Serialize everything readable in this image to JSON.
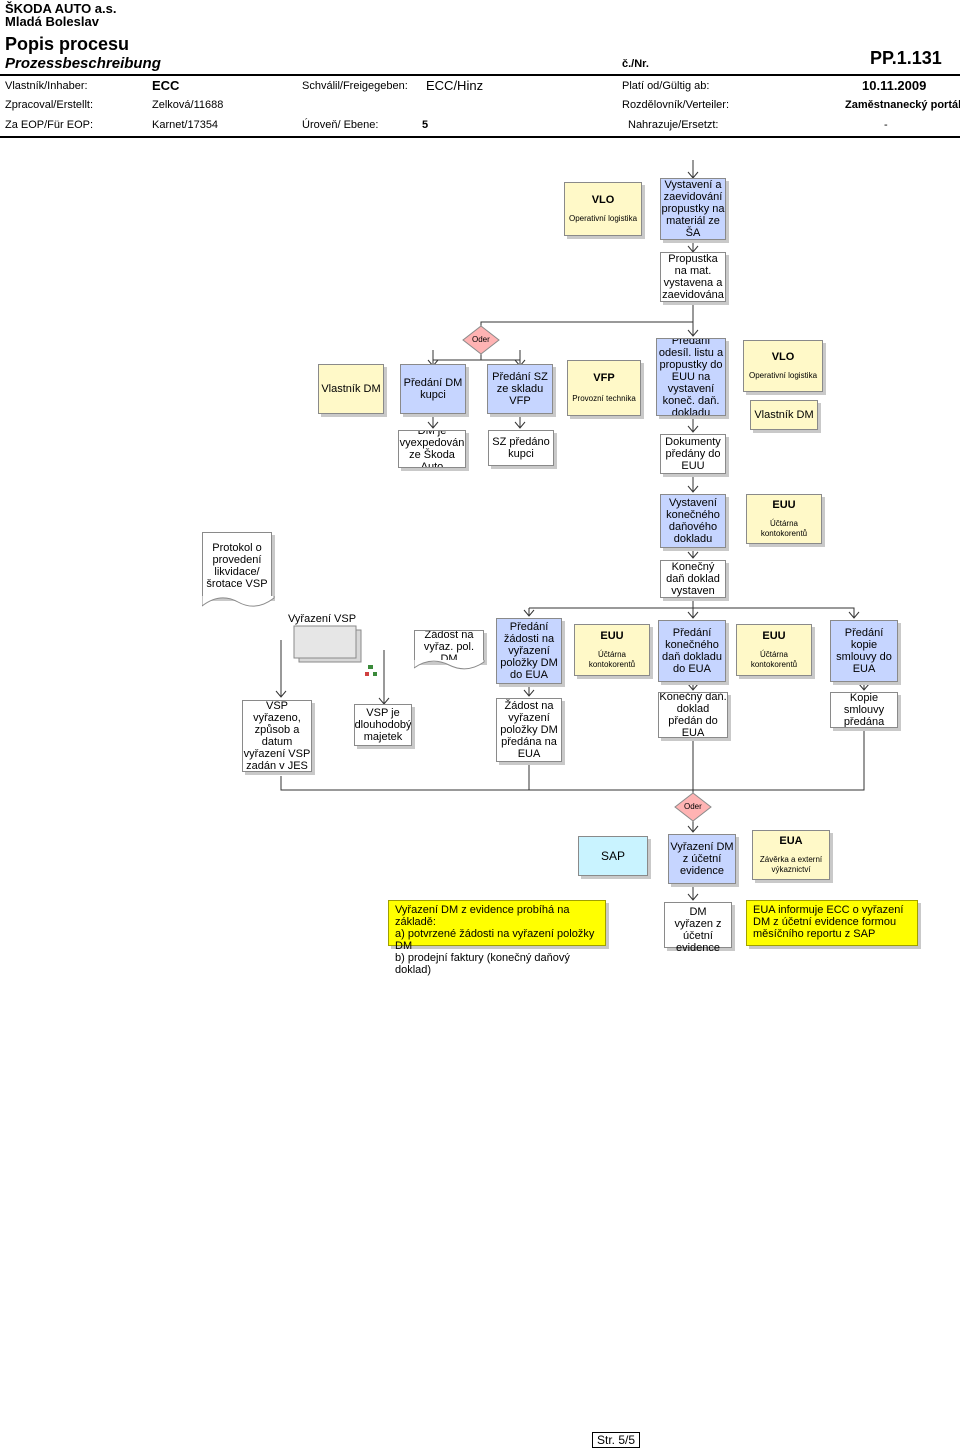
{
  "header": {
    "company": "ŠKODA AUTO a.s.",
    "city": "Mladá Boleslav",
    "title": "Popis procesu",
    "subtitle": "Prozessbeschreibung",
    "no_label": "č./Nr.",
    "doc_no": "PP.1.131",
    "owner_label": "Vlastník/Inhaber:",
    "owner_value": "ECC",
    "approved_label": "Schválil/Freigegeben:",
    "approved_value": "ECC/Hinz",
    "valid_label": "Platí od/Gültig ab:",
    "valid_value": "10.11.2009",
    "processed_label": "Zpracoval/Erstellt:",
    "processed_value": "Zelková/11688",
    "distribution_label": "Rozdělovník/Verteiler:",
    "distribution_value": "Zaměstnanecký portál",
    "eop_label": "Za EOP/Für EOP:",
    "eop_value": "Karnet/17354",
    "level_label": "Úroveň/ Ebene:",
    "level_value": "5",
    "replaces_label": "Nahrazuje/Ersetzt:",
    "replaces_value": "-"
  },
  "flow": {
    "vlo_top_title": "VLO",
    "vlo_top_sub": "Operativní logistika",
    "issue_pass": "Vystavení a zaevidování propustky na materiál ze ŠA",
    "pass_done": "Propustka na mat. vystavena a zaevidována",
    "oder1": "Oder",
    "owner_dm": "Vlastník DM",
    "handover_dm": "Předání DM kupci",
    "handover_sz": "Předání SZ ze skladu VFP",
    "vfp_title": "VFP",
    "vfp_sub": "Provozní technika",
    "handover_list": "Předání odesíl. listu a propustky do EUU na vystavení koneč. daň. dokladu",
    "vlo2_title": "VLO",
    "vlo2_sub": "Operativní logistika",
    "vlo2_owner": "Vlastník DM",
    "dm_dispatched": "DM je vyexpedován ze Škoda Auto",
    "sz_handed": "SZ předáno kupci",
    "docs_handed": "Dokumenty předány do EUU",
    "issue_final": "Vystavení konečného daňového dokladu",
    "euu1_title": "EUU",
    "euu1_sub": "Účtárna kontokorentů",
    "protocol": "Protokol o provedení likvidace/ šrotace VSP",
    "final_issued": "Konečný daň doklad vystaven",
    "vyrazeni_vsp": "Vyřazení VSP",
    "request_doc": "Žádost na vyřaz. pol. DM",
    "handover_request": "Předání žádosti na vyřazení položky DM do EUA",
    "euu2_title": "EUU",
    "euu2_sub": "Účtárna kontokorentů",
    "handover_final": "Předání konečného daň dokladu do EUA",
    "euu3_title": "EUU",
    "euu3_sub": "Účtárna kontokorentů",
    "handover_copy": "Předání kopie smlouvy do EUA",
    "vsp_disposed": "VSP vyřazeno, způsob a datum vyřazení VSP zadán v JES",
    "vsp_long": "VSP je dlouhodobý majetek",
    "request_sent": "Žádost na vyřazení položky DM předána na EUA",
    "final_sent": "Konečný daň. doklad předán do EUA",
    "copy_sent": "Kopie smlouvy předána",
    "oder2": "Oder",
    "sap": "SAP",
    "remove_dm": "Vyřazení DM z účetní evidence",
    "eua_title": "EUA",
    "eua_sub": "Závěrka a externí výkaznictví",
    "note_left": "Vyřazení DM z evidence probíhá na základě:\na) potvrzené žádosti na vyřazení položky DM\nb) prodejní faktury (konečný daňový doklad)",
    "dm_removed": "DM vyřazen z účetní evidence",
    "note_right": "EUA informuje ECC o vyřazení DM z účetní evidence formou měsíčního reportu z SAP"
  },
  "footer": {
    "page": "Str. 5/5"
  },
  "colors": {
    "function": "#c6d5ff",
    "org_unit": "#fff9c8",
    "operator": "#ffb3b3",
    "note": "#ffff00",
    "sap": "#c9f3ff"
  }
}
